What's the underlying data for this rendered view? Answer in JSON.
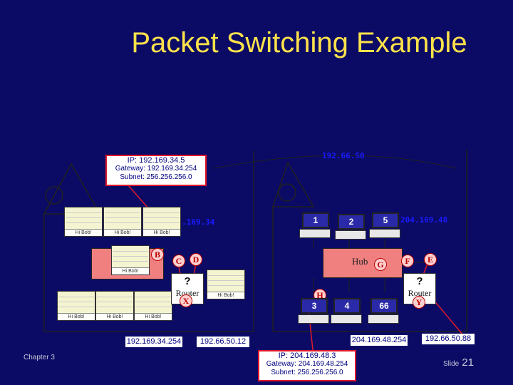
{
  "title": "Packet Switching Example",
  "footer": {
    "chapter": "Chapter 3",
    "slide_label": "Slide",
    "slide_number": "21"
  },
  "info_boxes": {
    "top": {
      "ip": "IP: 192.169.34.5",
      "gateway": "Gateway: 192.169.34.254",
      "subnet": "Subnet: 256.256.256.0"
    },
    "bottom": {
      "ip": "IP: 204.169.48.3",
      "gateway": "Gateway: 204.169.48.254",
      "subnet": "Subnet: 256.256.256.0"
    }
  },
  "addresses": {
    "left_router_a": "192.169.34.254",
    "left_router_b": "192.66.50.12",
    "right_router_a": "204.169.48.254",
    "right_router_b": "192.66.50.88"
  },
  "networks": {
    "top_link": "192.66.50",
    "left": ".169.34",
    "right": "204.169.48"
  },
  "packet_message": "Hi Bob!",
  "letters": {
    "b": "B",
    "c": "C",
    "d": "D",
    "x": "X",
    "h": "H",
    "g": "G",
    "f": "F",
    "e": "E",
    "y": "Y"
  },
  "hub_label": "Hub",
  "router": {
    "symbol": "?",
    "label": "Router"
  },
  "computers": {
    "c1": "1",
    "c2": "2",
    "c5": "5",
    "c3": "3",
    "c4": "4",
    "c66": "66"
  },
  "colors": {
    "background": "#0b0b66",
    "title": "#ffe24a",
    "highlight": "#e0182a"
  }
}
